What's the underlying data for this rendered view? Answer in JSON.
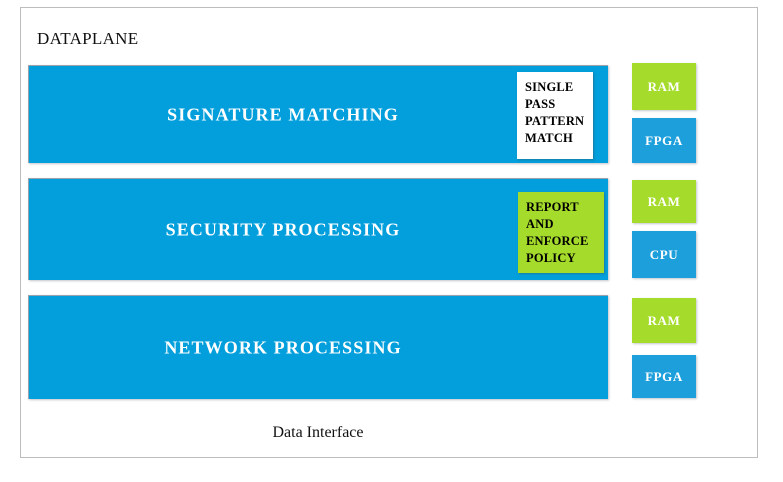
{
  "diagram": {
    "title": "DATAPLANE",
    "footer_label": "Data Interface",
    "colors": {
      "bar_blue": "#029FDC",
      "chip_blue": "#1D9FDC",
      "chip_green": "#A5DB2B",
      "frame_border": "#bdbdbd",
      "bar_text": "#ffffff",
      "inset_text": "#000000"
    },
    "stages": [
      {
        "id": "signature-matching",
        "label": "SIGNATURE MATCHING",
        "inset": {
          "id": "single-pass-pattern-match",
          "background": "#ffffff",
          "lines": [
            "SINGLE",
            "PASS",
            "PATTERN",
            "MATCH"
          ]
        }
      },
      {
        "id": "security-processing",
        "label": "SECURITY PROCESSING",
        "inset": {
          "id": "report-and-enforce-policy",
          "background": "#A5DB2B",
          "lines": [
            "REPORT",
            "AND",
            "ENFORCE",
            "POLICY"
          ]
        }
      },
      {
        "id": "network-processing",
        "label": "NETWORK PROCESSING",
        "inset": null
      }
    ],
    "hardware_chips": [
      {
        "id": "ram-1",
        "label": "RAM",
        "color": "green"
      },
      {
        "id": "fpga-1",
        "label": "FPGA",
        "color": "blue"
      },
      {
        "id": "ram-2",
        "label": "RAM",
        "color": "green"
      },
      {
        "id": "cpu-1",
        "label": "CPU",
        "color": "blue"
      },
      {
        "id": "ram-3",
        "label": "RAM",
        "color": "green"
      },
      {
        "id": "fpga-2",
        "label": "FPGA",
        "color": "blue"
      }
    ]
  }
}
